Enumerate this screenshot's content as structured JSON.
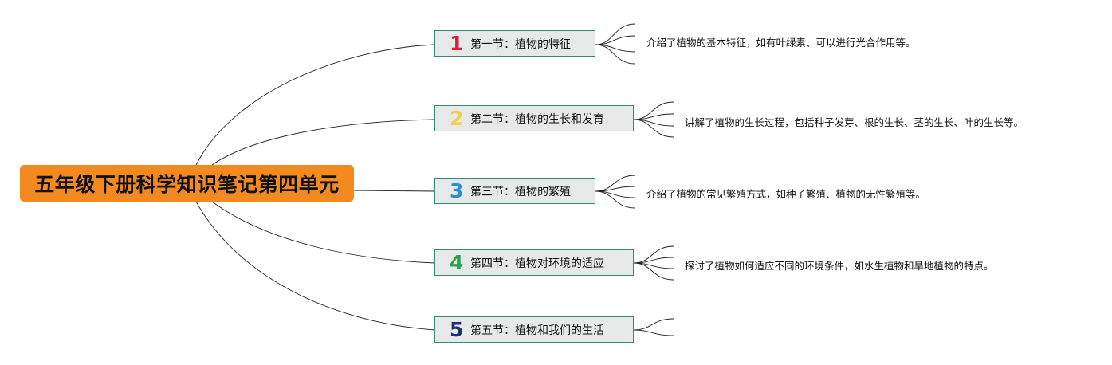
{
  "root": {
    "title": "五年级下册科学知识笔记第四单元"
  },
  "topics": [
    {
      "number": "1",
      "label": "第一节：植物的特征",
      "color": "#d8203a",
      "detail": "介绍了植物的基本特征，如有叶绿素、可以进行光合作用等。"
    },
    {
      "number": "2",
      "label": "第二节：植物的生长和发育",
      "color": "#f3cf45",
      "detail": "讲解了植物的生长过程，包括种子发芽、根的生长、茎的生长、叶的生长等。"
    },
    {
      "number": "3",
      "label": "第三节：植物的繁殖",
      "color": "#2a8fd8",
      "detail": "介绍了植物的常见繁殖方式，如种子繁殖、植物的无性繁殖等。"
    },
    {
      "number": "4",
      "label": "第四节：植物对环境的适应",
      "color": "#27a14a",
      "detail": "探讨了植物如何适应不同的环境条件，如水生植物和旱地植物的特点。"
    },
    {
      "number": "5",
      "label": "第五节：植物和我们的生活",
      "color": "#1e2d7a",
      "detail": ""
    }
  ]
}
